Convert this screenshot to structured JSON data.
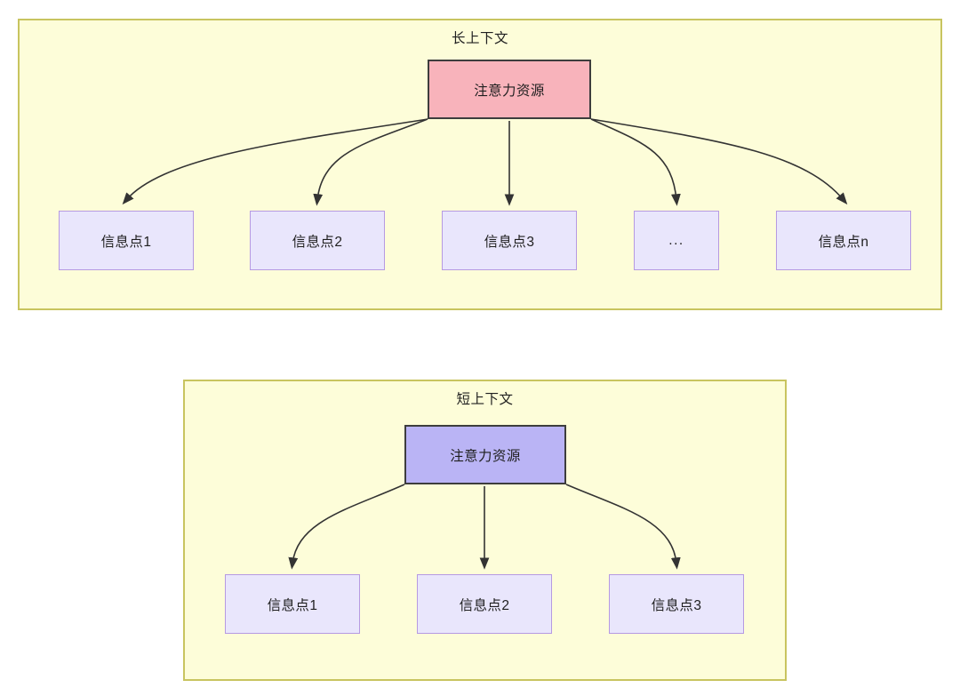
{
  "diagram": {
    "title_long": "长上下文",
    "title_short": "短上下文",
    "colors": {
      "panel_fill": "#fdfdd9",
      "panel_border": "#c8c45f",
      "attention_long_fill": "#f8b3bb",
      "attention_short_fill": "#bab4f5",
      "node_fill": "#e9e6fc",
      "node_border": "#b69ae2",
      "edge_stroke": "#333333",
      "text": "#1f1f1f"
    }
  },
  "panel_long": {
    "title": "长上下文",
    "attention": {
      "label": "注意力资源"
    },
    "info_nodes": [
      {
        "label": "信息点1"
      },
      {
        "label": "信息点2"
      },
      {
        "label": "信息点3"
      },
      {
        "label": "..."
      },
      {
        "label": "信息点n"
      }
    ]
  },
  "panel_short": {
    "title": "短上下文",
    "attention": {
      "label": "注意力资源"
    },
    "info_nodes": [
      {
        "label": "信息点1"
      },
      {
        "label": "信息点2"
      },
      {
        "label": "信息点3"
      }
    ]
  }
}
